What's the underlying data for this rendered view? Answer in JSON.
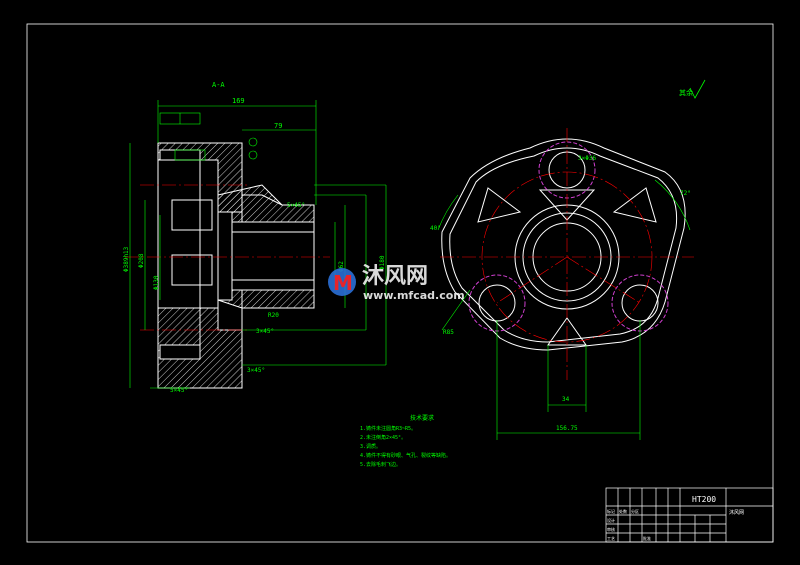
{
  "section_label": "A-A",
  "roughness_note": "其余",
  "dimensions": {
    "overall_length": "169",
    "length_79": "79",
    "dia_outer": "Φ389h13",
    "dia_208": "Φ208",
    "dia_130": "Φ130",
    "dia_180": "Φ180",
    "dia_bore": "Φ62",
    "chamfer_1": "5×45°",
    "chamfer_2": "3×45°",
    "chamfer_3": "3×45°",
    "chamfer_4": "5×45°",
    "radius": "R20",
    "bottom_width": "156.75",
    "width_34": "34",
    "angle_72": "72°",
    "angle_40": "40°",
    "r85": "R85",
    "dia_3x": "3×Φ36"
  },
  "tech_req": {
    "title": "技术要求",
    "items": [
      "1.铸件未注圆角R3~R5。",
      "2.未注倒角2×45°。",
      "3.调质。",
      "4.铸件不得有砂眼、气孔、裂纹等缺陷。",
      "5.去除毛刺飞边。"
    ]
  },
  "title_block": {
    "material": "HT200",
    "company": "沐风网",
    "rows": [
      "标记",
      "处数",
      "分区",
      "设计",
      "审核",
      "工艺",
      "批准"
    ]
  },
  "watermark": {
    "brand": "沐风网",
    "url": "www.mfcad.com"
  },
  "colors": {
    "background": "#000000",
    "outline": "#ffffff",
    "dimension": "#00ff00",
    "centerline": "#ff0000",
    "hidden": "#d040d0"
  }
}
